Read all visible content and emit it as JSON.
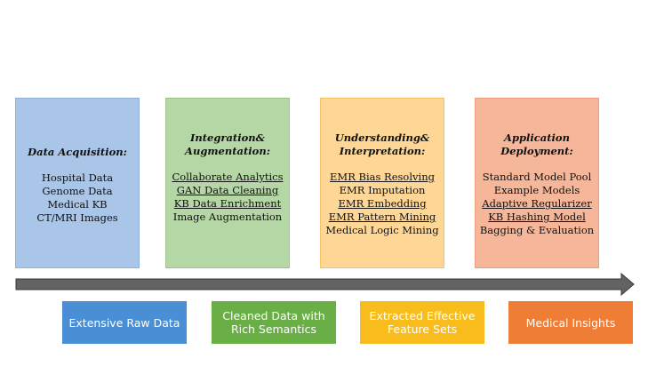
{
  "stages": [
    {
      "title": "Data Acquisition:",
      "items": [
        {
          "text": "Hospital Data",
          "underline": false
        },
        {
          "text": "Genome Data",
          "underline": false
        },
        {
          "text": "Medical KB",
          "underline": false
        },
        {
          "text": "CT/MRI Images",
          "underline": false
        }
      ]
    },
    {
      "title": "Integration&\nAugmentation:",
      "items": [
        {
          "text": "Collaborate Analytics",
          "underline": true
        },
        {
          "text": "GAN Data Cleaning",
          "underline": true
        },
        {
          "text": "KB Data Enrichment",
          "underline": true
        },
        {
          "text": "Image Augmentation",
          "underline": false
        }
      ]
    },
    {
      "title": "Understanding&\nInterpretation:",
      "items": [
        {
          "text": "EMR Bias Resolving",
          "underline": true
        },
        {
          "text": "EMR Imputation",
          "underline": false
        },
        {
          "text": "EMR Embedding",
          "underline": true
        },
        {
          "text": "EMR Pattern Mining",
          "underline": true
        },
        {
          "text": "Medical Logic Mining",
          "underline": false
        }
      ]
    },
    {
      "title": "Application\nDeployment:",
      "items": [
        {
          "text": "Standard Model Pool",
          "underline": false
        },
        {
          "text": "Example Models",
          "underline": false
        },
        {
          "text": "Adaptive Regularizer",
          "underline": true
        },
        {
          "text": "KB Hashing Model",
          "underline": true
        },
        {
          "text": "Bagging & Evaluation",
          "underline": false
        }
      ]
    }
  ],
  "outcomes": [
    "Extensive Raw Data",
    "Cleaned Data with\nRich Semantics",
    "Extracted Effective\nFeature Sets",
    "Medical Insights"
  ],
  "colors": {
    "stage_fills": [
      "#a9c5e8",
      "#b5d6a5",
      "#fed797",
      "#f6b69a"
    ],
    "outcome_fills": [
      "#4a8fd6",
      "#6aae46",
      "#f8bd1c",
      "#ef7d36"
    ],
    "arrow_fill": "#636363"
  }
}
